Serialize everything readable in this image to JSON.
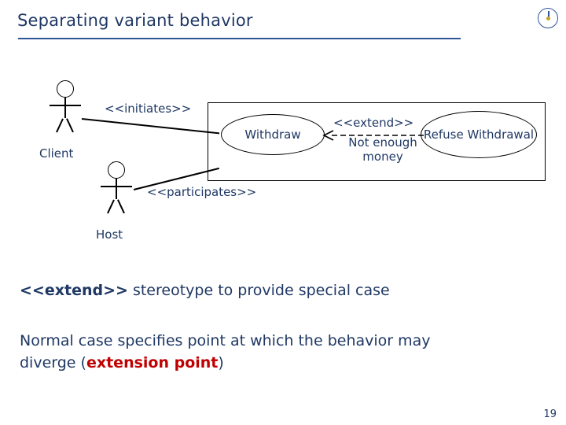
{
  "slide": {
    "title": "Separating variant behavior",
    "page_number": "19",
    "logo_icon": "circle-clock-logo"
  },
  "diagram": {
    "type": "uml-use-case",
    "actors": [
      {
        "name": "Client",
        "label": "Client"
      },
      {
        "name": "Host",
        "label": "Host"
      }
    ],
    "associations": [
      {
        "label": "<<initiates>>",
        "from": "Client",
        "to": "Withdraw"
      },
      {
        "label": "<<participates>>",
        "from": "Host",
        "to": "Withdraw"
      }
    ],
    "use_cases": [
      {
        "name": "withdraw",
        "label": "Withdraw"
      },
      {
        "name": "refuse-withdrawal",
        "label": "Refuse Withdrawal"
      }
    ],
    "extend_relationship": {
      "stereotype": "<<extend>>",
      "condition": "Not enough money"
    }
  },
  "notes": {
    "line1_prefix": "<<extend>>",
    "line1_rest": " stereotype to provide special case",
    "line2_a": "Normal case specifies point at which the behavior may",
    "line2_b": "diverge (",
    "line2_highlight": "extension point",
    "line2_c": ")"
  }
}
